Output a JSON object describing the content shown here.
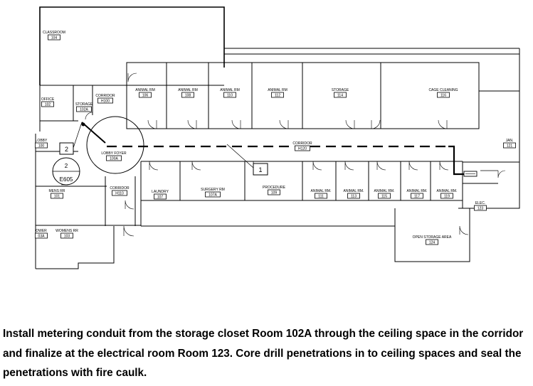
{
  "rooms": [
    {
      "name": "CLASSROOM",
      "number": "104"
    },
    {
      "name": "OFFICE",
      "number": "102"
    },
    {
      "name": "CORRIDOR",
      "number": "H100"
    },
    {
      "name": "STORAGE",
      "number": "102A"
    },
    {
      "name": "ANIMAL RM",
      "number": "106"
    },
    {
      "name": "ANIMAL RM",
      "number": "108"
    },
    {
      "name": "ANIMAL RM",
      "number": "110"
    },
    {
      "name": "ANIMAL RM",
      "number": "112"
    },
    {
      "name": "STORAGE",
      "number": "114"
    },
    {
      "name": "CAGE CLEANING",
      "number": "116"
    },
    {
      "name": "LOBBY",
      "number": "100"
    },
    {
      "name": "LOBBY FOYER",
      "number": "100A"
    },
    {
      "name": "CORRIDOR",
      "number": "H120"
    },
    {
      "name": "JAN.",
      "number": "121"
    },
    {
      "name": "MENS RR",
      "number": "101"
    },
    {
      "name": "CORRIDOR",
      "number": "H110"
    },
    {
      "name": "LAUNDRY",
      "number": "107"
    },
    {
      "name": "SURGERY RM",
      "number": "107A"
    },
    {
      "name": "PROCEDURE",
      "number": "109"
    },
    {
      "name": "ANIMAL RM.",
      "number": "111"
    },
    {
      "name": "ANIMAL RM.",
      "number": "113"
    },
    {
      "name": "ANIMAL RM.",
      "number": "115"
    },
    {
      "name": "ANIMAL RM.",
      "number": "117"
    },
    {
      "name": "ANIMAL RM.",
      "number": "119"
    },
    {
      "name": "ELEC.",
      "number": "123"
    },
    {
      "name": "OPEN STORAGE AREA",
      "number": "124"
    },
    {
      "name": "WOMENS RR",
      "number": "103"
    },
    {
      "name": "OWER",
      "number": "03A"
    }
  ],
  "callouts": {
    "tag_1": "1",
    "tag_2": "2",
    "section_number": "2",
    "section_sheet": "E605"
  },
  "note": "Install metering conduit from the storage closet Room 102A through the ceiling space in the corridor and finalize at the electrical room Room 123.  Core drill penetrations in to ceiling spaces and seal the penetrations with fire caulk."
}
